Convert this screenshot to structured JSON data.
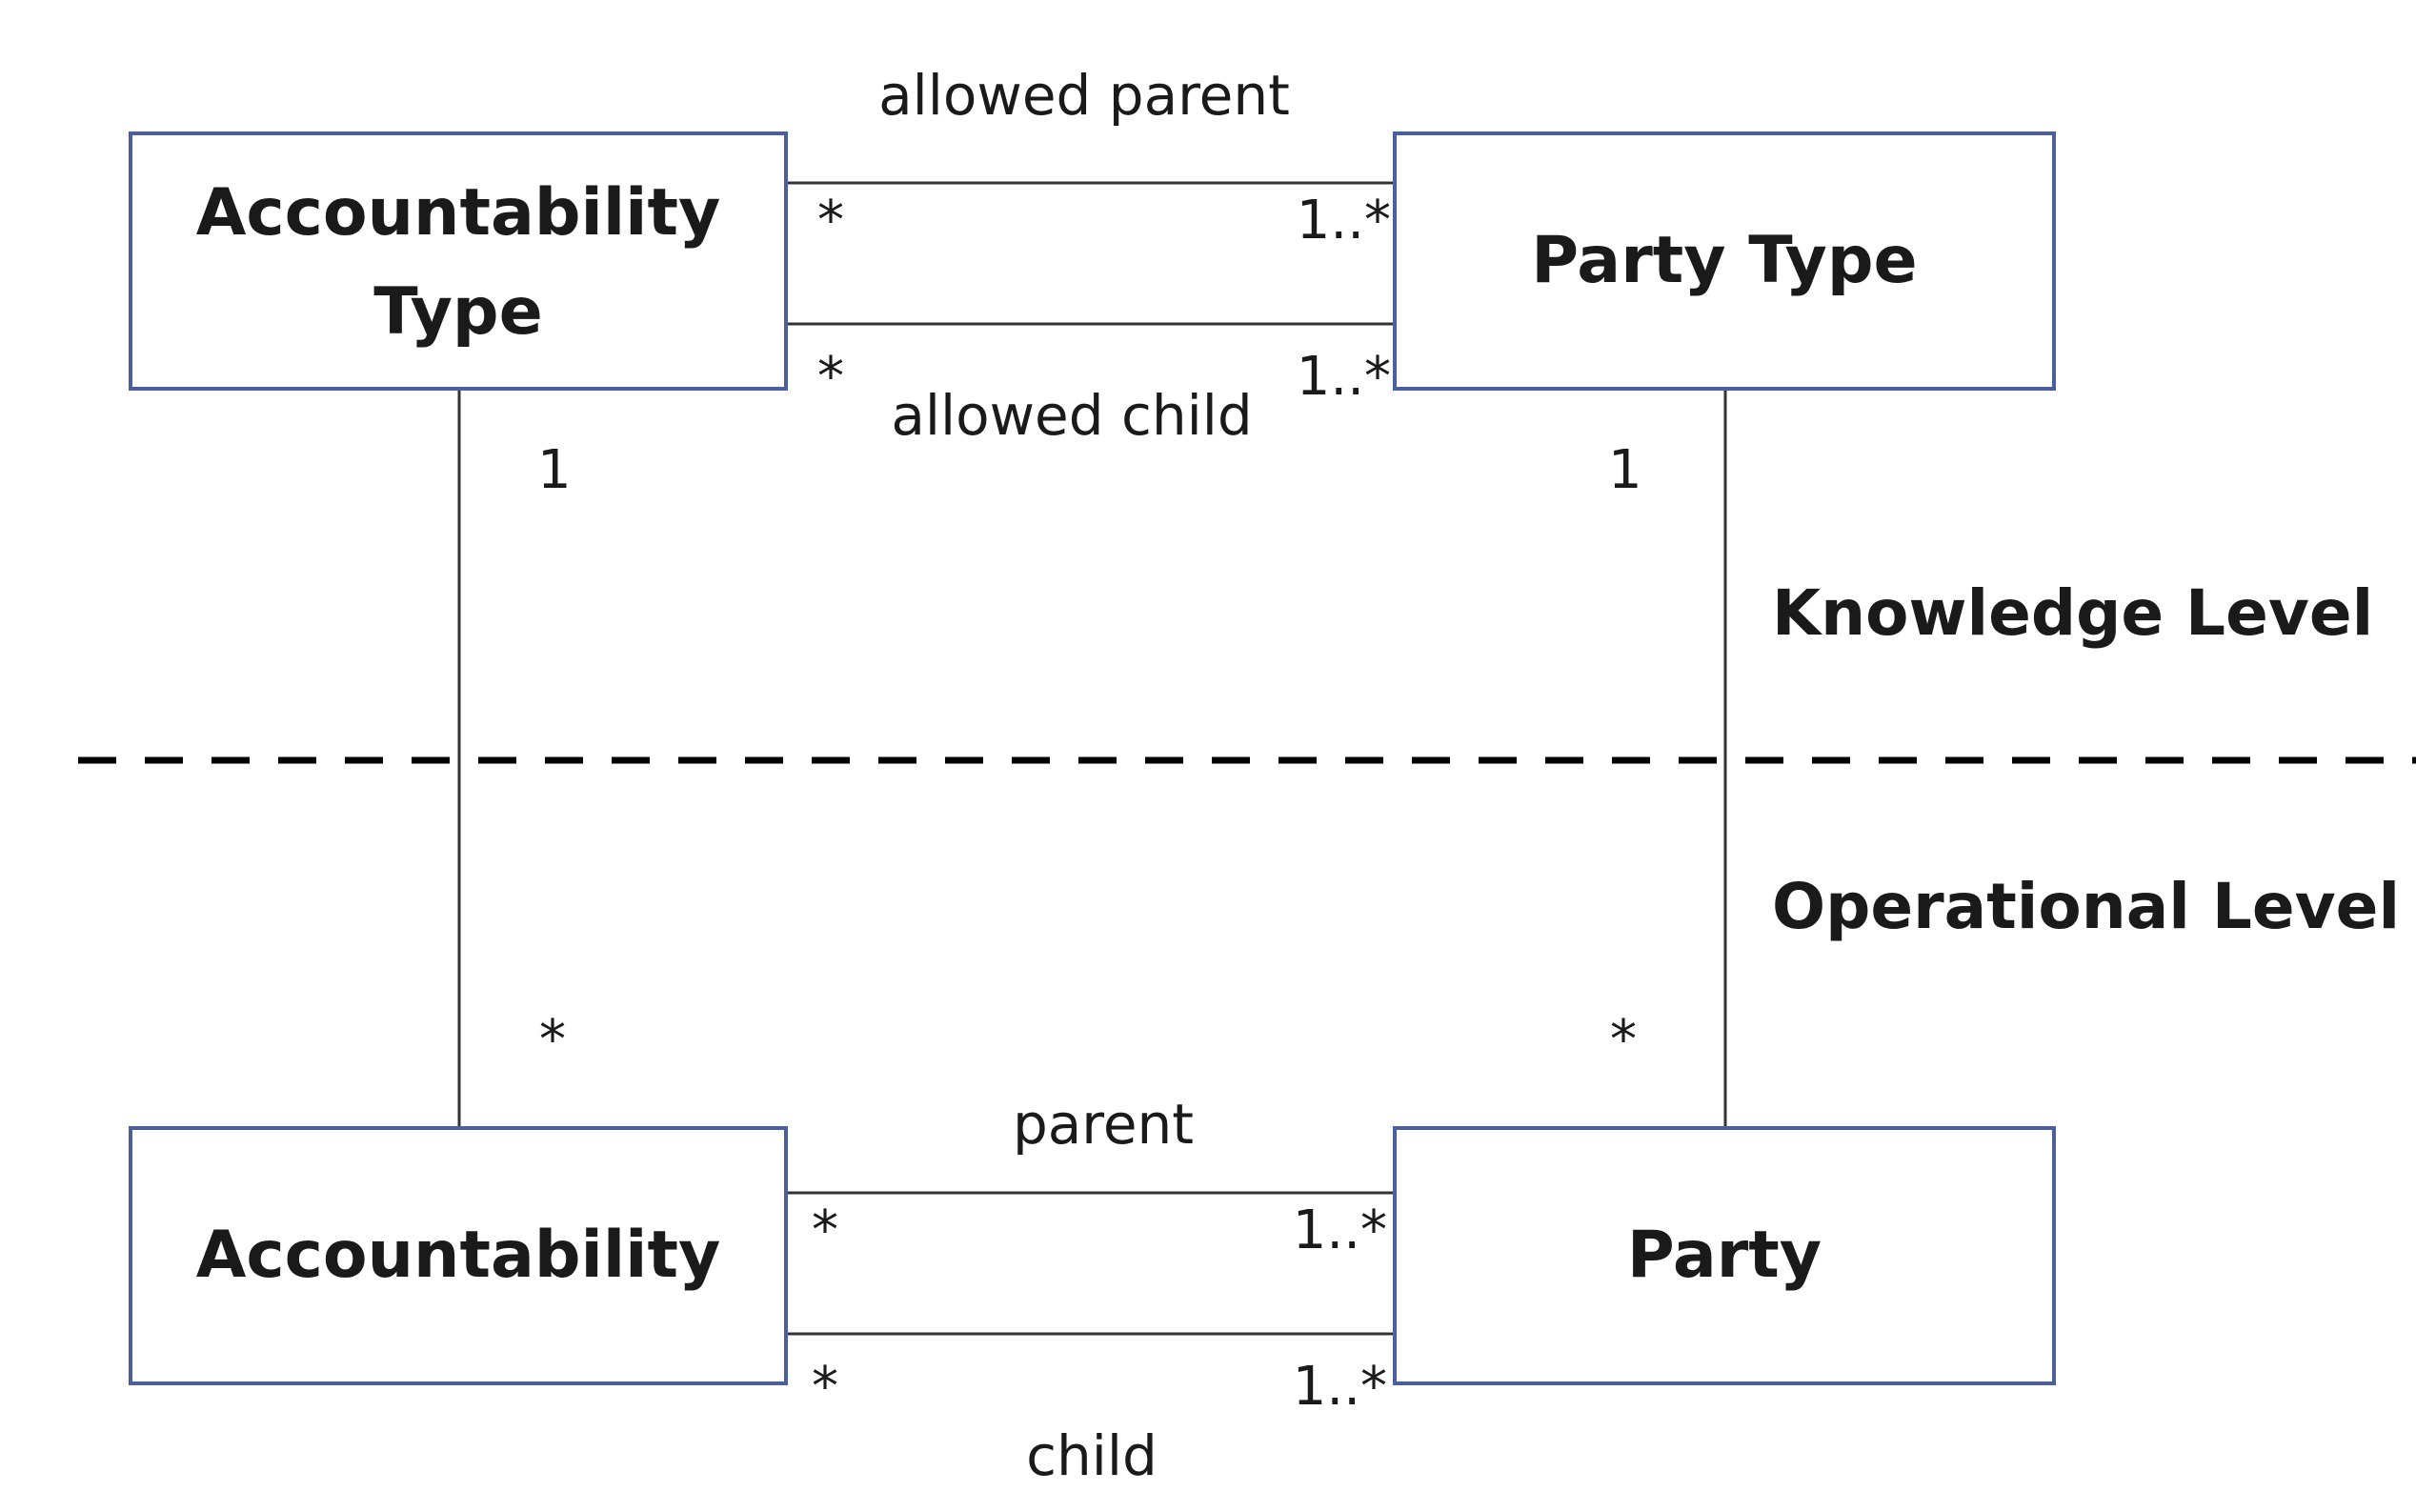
{
  "classes": {
    "accountability_type": {
      "line1": "Accountability",
      "line2": "Type"
    },
    "party_type": "Party Type",
    "accountability": "Accountability",
    "party": "Party"
  },
  "levels": {
    "knowledge": "Knowledge Level",
    "operational": "Operational Level"
  },
  "associations": {
    "allowed_parent": {
      "label": "allowed parent",
      "left_mult": "*",
      "right_mult": "1..*"
    },
    "allowed_child": {
      "label": "allowed child",
      "left_mult": "*",
      "right_mult": "1..*"
    },
    "parent": {
      "label": "parent",
      "left_mult": "*",
      "right_mult": "1..*"
    },
    "child": {
      "label": "child",
      "left_mult": "*",
      "right_mult": "1..*"
    },
    "accountability_typing": {
      "upper_mult": "1",
      "lower_mult": "*"
    },
    "party_typing": {
      "upper_mult": "1",
      "lower_mult": "*"
    }
  },
  "colors": {
    "box_border": "#4a5f9c",
    "line": "#333333"
  }
}
